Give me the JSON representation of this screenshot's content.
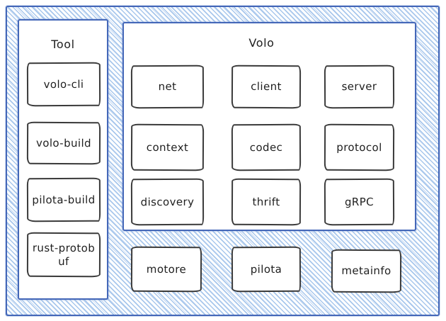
{
  "colors": {
    "hatch": "#a8c7ec",
    "hatch2": "#c4d8f2",
    "panel_border": "#4467b8",
    "box_border": "#3a3a3a",
    "text": "#1e1e1e"
  },
  "diagram": {
    "tool_panel": {
      "title": "Tool",
      "boxes": [
        {
          "label": "volo-cli"
        },
        {
          "label": "volo-build"
        },
        {
          "label": "pilota-build"
        },
        {
          "label": "rust-protobuf"
        }
      ]
    },
    "volo_panel": {
      "title": "Volo",
      "boxes": [
        {
          "label": "net"
        },
        {
          "label": "client"
        },
        {
          "label": "server"
        },
        {
          "label": "context"
        },
        {
          "label": "codec"
        },
        {
          "label": "protocol"
        },
        {
          "label": "discovery"
        },
        {
          "label": "thrift"
        },
        {
          "label": "gRPC"
        }
      ]
    },
    "bottom_boxes": [
      {
        "label": "motore"
      },
      {
        "label": "pilota"
      },
      {
        "label": "metainfo"
      }
    ]
  }
}
